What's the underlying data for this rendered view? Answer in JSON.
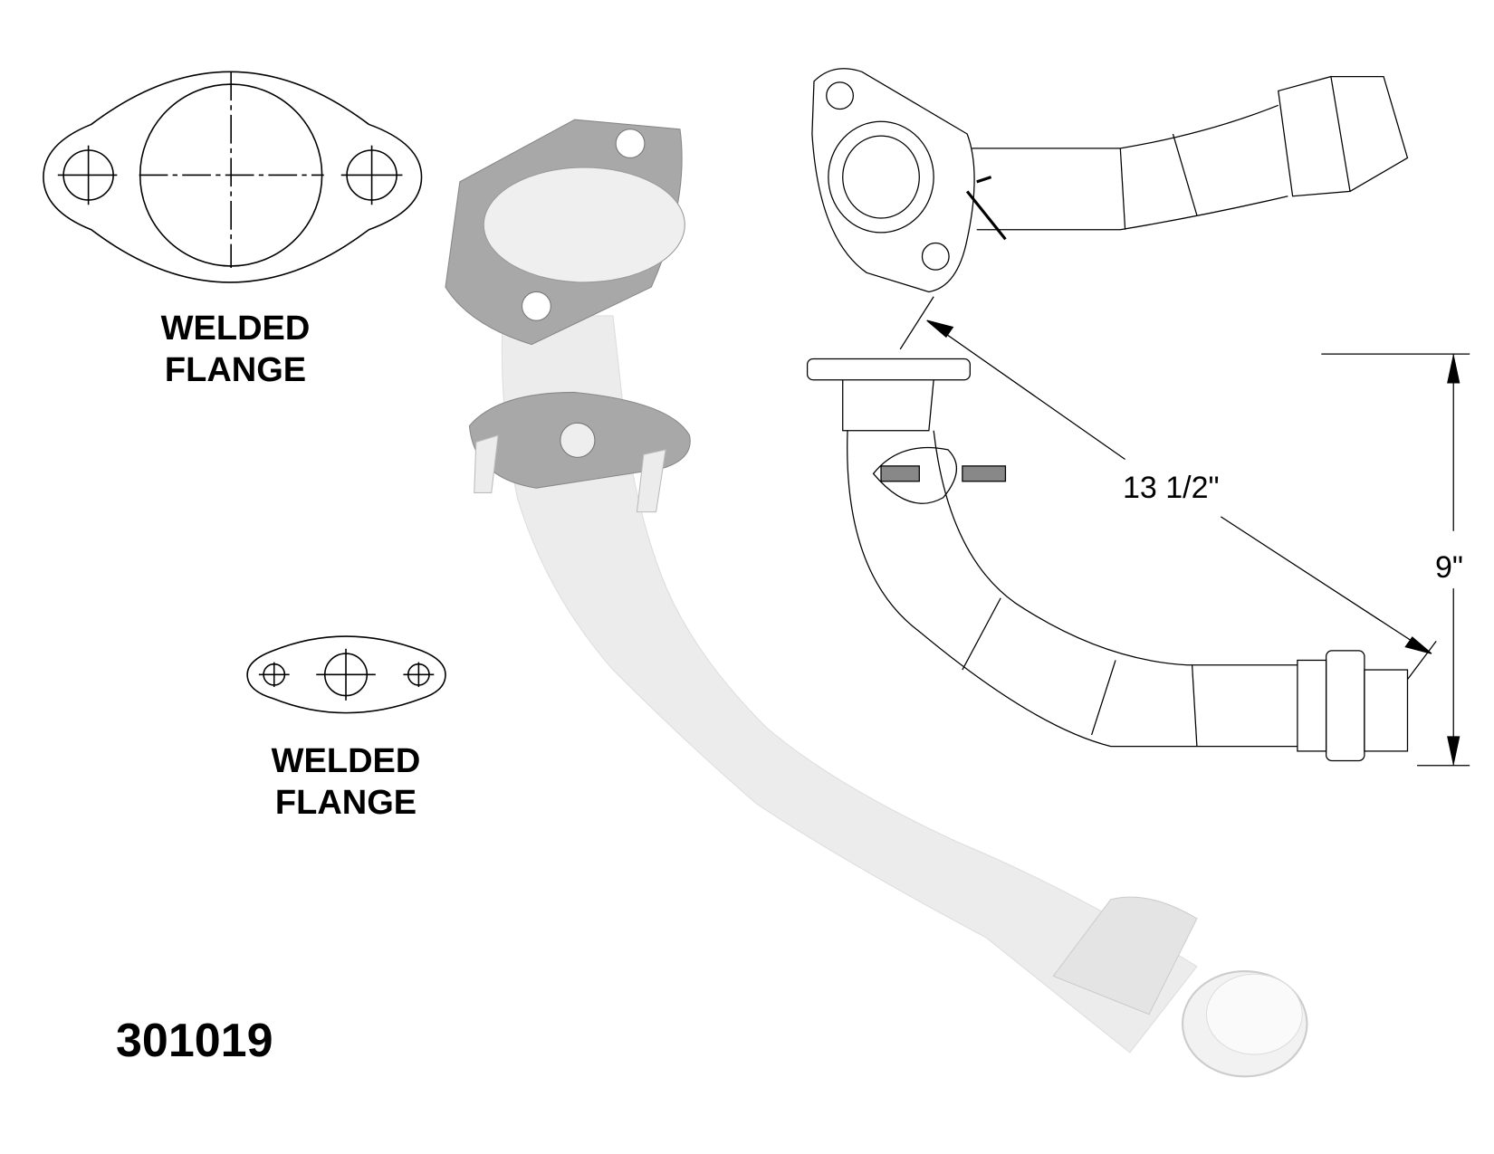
{
  "labels": {
    "flange_top_line1": "WELDED",
    "flange_top_line2": "FLANGE",
    "flange_bottom_line1": "WELDED",
    "flange_bottom_line2": "FLANGE"
  },
  "dimensions": {
    "length": "13 1/2\"",
    "height": "9\""
  },
  "part_number": "301019",
  "colors": {
    "flange": "#a8a8a8",
    "pipe": "#ececec",
    "line": "#000000"
  }
}
